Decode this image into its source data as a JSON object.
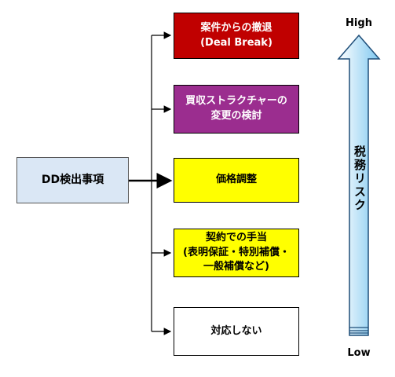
{
  "source": {
    "label": "DD検出事項"
  },
  "options": [
    {
      "label": "案件からの撤退\n(Deal Break)",
      "fill": "#c00000",
      "text_color": "#ffffff"
    },
    {
      "label": "買収ストラクチャーの\n変更の検討",
      "fill": "#9b2d8f",
      "text_color": "#ffffff"
    },
    {
      "label": "価格調整",
      "fill": "#ffff00",
      "text_color": "#000000"
    },
    {
      "label": "契約での手当\n(表明保証・特別補償・\n一般補償など)",
      "fill": "#ffff00",
      "text_color": "#000000"
    },
    {
      "label": "対応しない",
      "fill": "#ffffff",
      "text_color": "#000000"
    }
  ],
  "scale": {
    "axis_label": "税務リスク",
    "top_label": "High",
    "bottom_label": "Low"
  },
  "colors": {
    "arrow_fill_top": "#ffffff",
    "arrow_fill_bottom": "#7fc8f0",
    "arrow_stroke": "#1f4e79"
  }
}
